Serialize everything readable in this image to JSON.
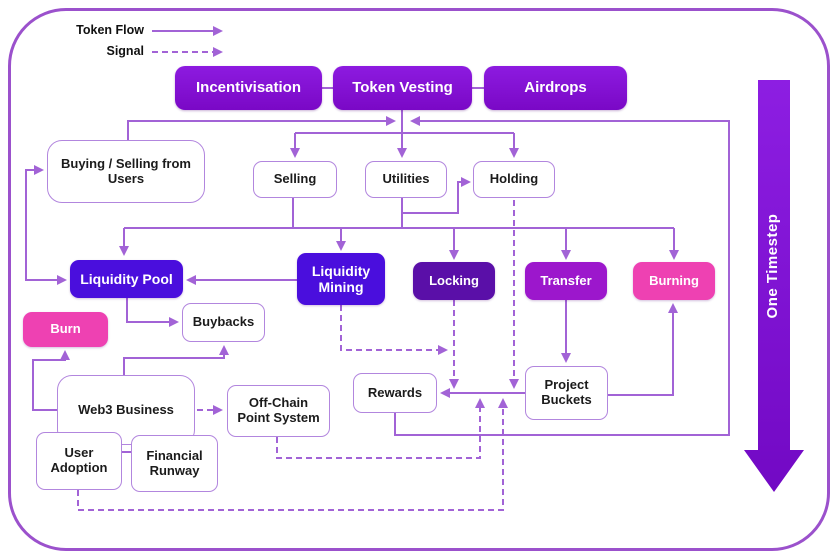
{
  "legend": {
    "token_flow": "Token Flow",
    "signal": "Signal"
  },
  "top_row": {
    "incentivisation": "Incentivisation",
    "token_vesting": "Token Vesting",
    "airdrops": "Airdrops"
  },
  "nodes": {
    "buying_selling": "Buying / Selling from Users",
    "selling": "Selling",
    "utilities": "Utilities",
    "holding": "Holding",
    "liquidity_pool": "Liquidity Pool",
    "liquidity_mining": "Liquidity Mining",
    "locking": "Locking",
    "transfer": "Transfer",
    "burning": "Burning",
    "burn": "Burn",
    "buybacks": "Buybacks",
    "web3_business": "Web3 Business",
    "off_chain": "Off-Chain Point System",
    "user_adoption": "User Adoption",
    "financial_runway": "Financial Runway",
    "rewards": "Rewards",
    "project_buckets": "Project Buckets"
  },
  "timestep": {
    "label": "One Timestep"
  },
  "colors": {
    "line_purple": "#a263d6",
    "border_purple": "#9b51cc",
    "node_blue": "#4a0edd",
    "node_dark_purple": "#5a0fa8",
    "node_medium_purple": "#9c17cc",
    "node_pink": "#ee41b2",
    "top_node_purple": "#8312d6",
    "timestep_purple": "#7d0dd2",
    "white_box_border": "#b286de"
  }
}
